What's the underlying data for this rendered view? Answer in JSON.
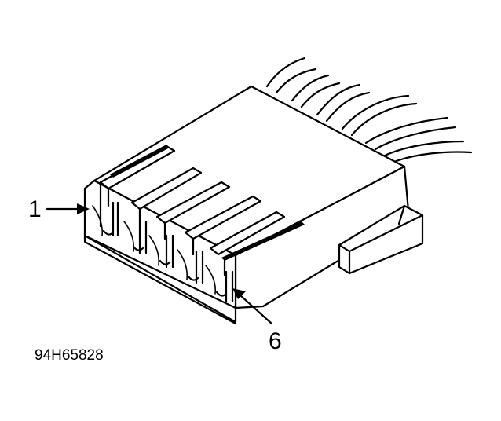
{
  "figure": {
    "callouts": [
      {
        "id": "1",
        "label": "1"
      },
      {
        "id": "6",
        "label": "6"
      }
    ],
    "figure_code": "94H65828"
  }
}
